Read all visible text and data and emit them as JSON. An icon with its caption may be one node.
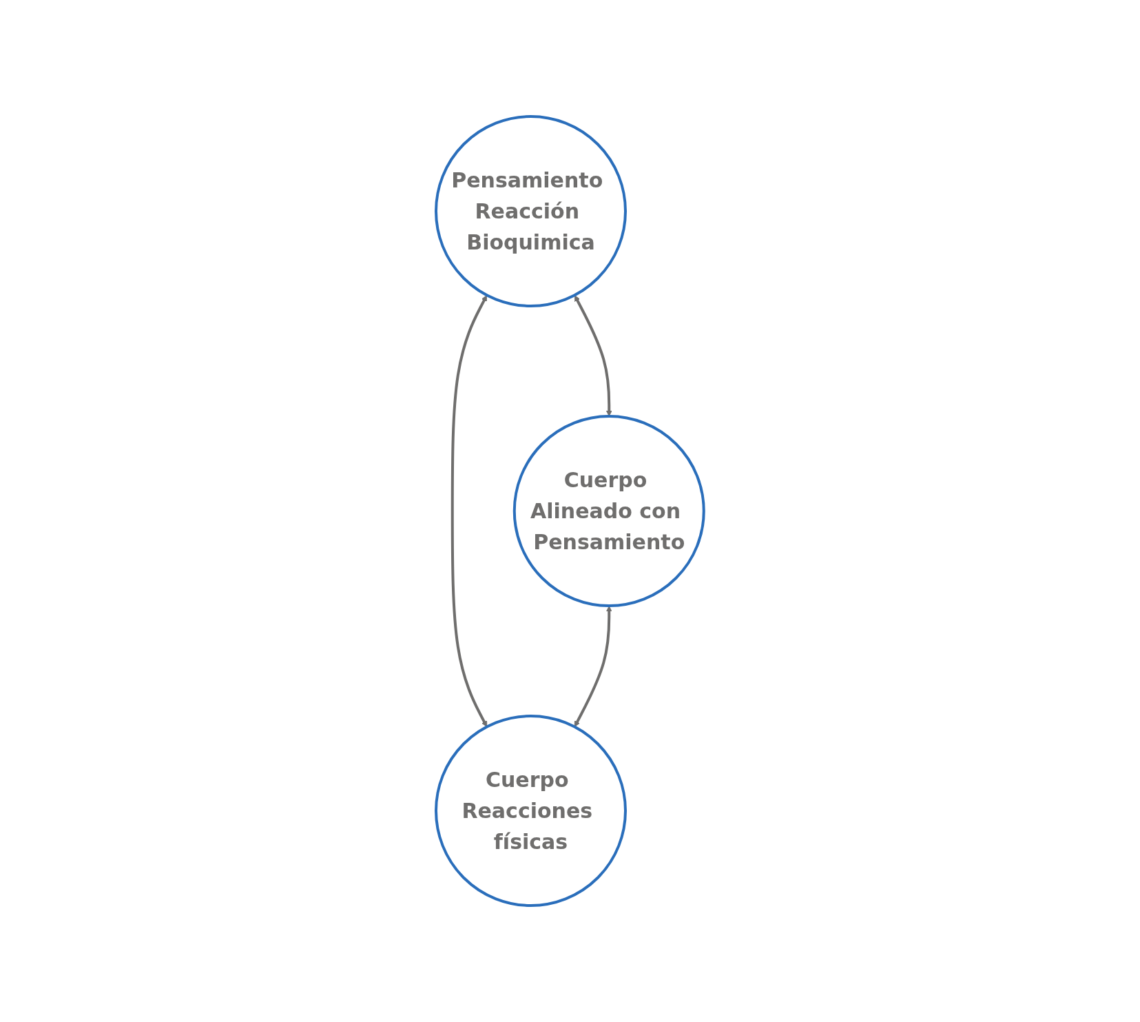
{
  "diagram": {
    "nodes": [
      {
        "text": [
          "Pensamiento Reacción Bioquimica"
        ]
      },
      {
        "text": [
          "Cuerpo Alineado con Pensamiento"
        ]
      },
      {
        "text": [
          "Cuerpo Reacciones físicas"
        ]
      }
    ],
    "edges": [
      {
        "from": 0,
        "to": 1,
        "arrow": "both"
      },
      {
        "from": 0,
        "to": 2,
        "arrow": "both"
      },
      {
        "from": 1,
        "to": 2,
        "arrow": "both"
      }
    ]
  }
}
